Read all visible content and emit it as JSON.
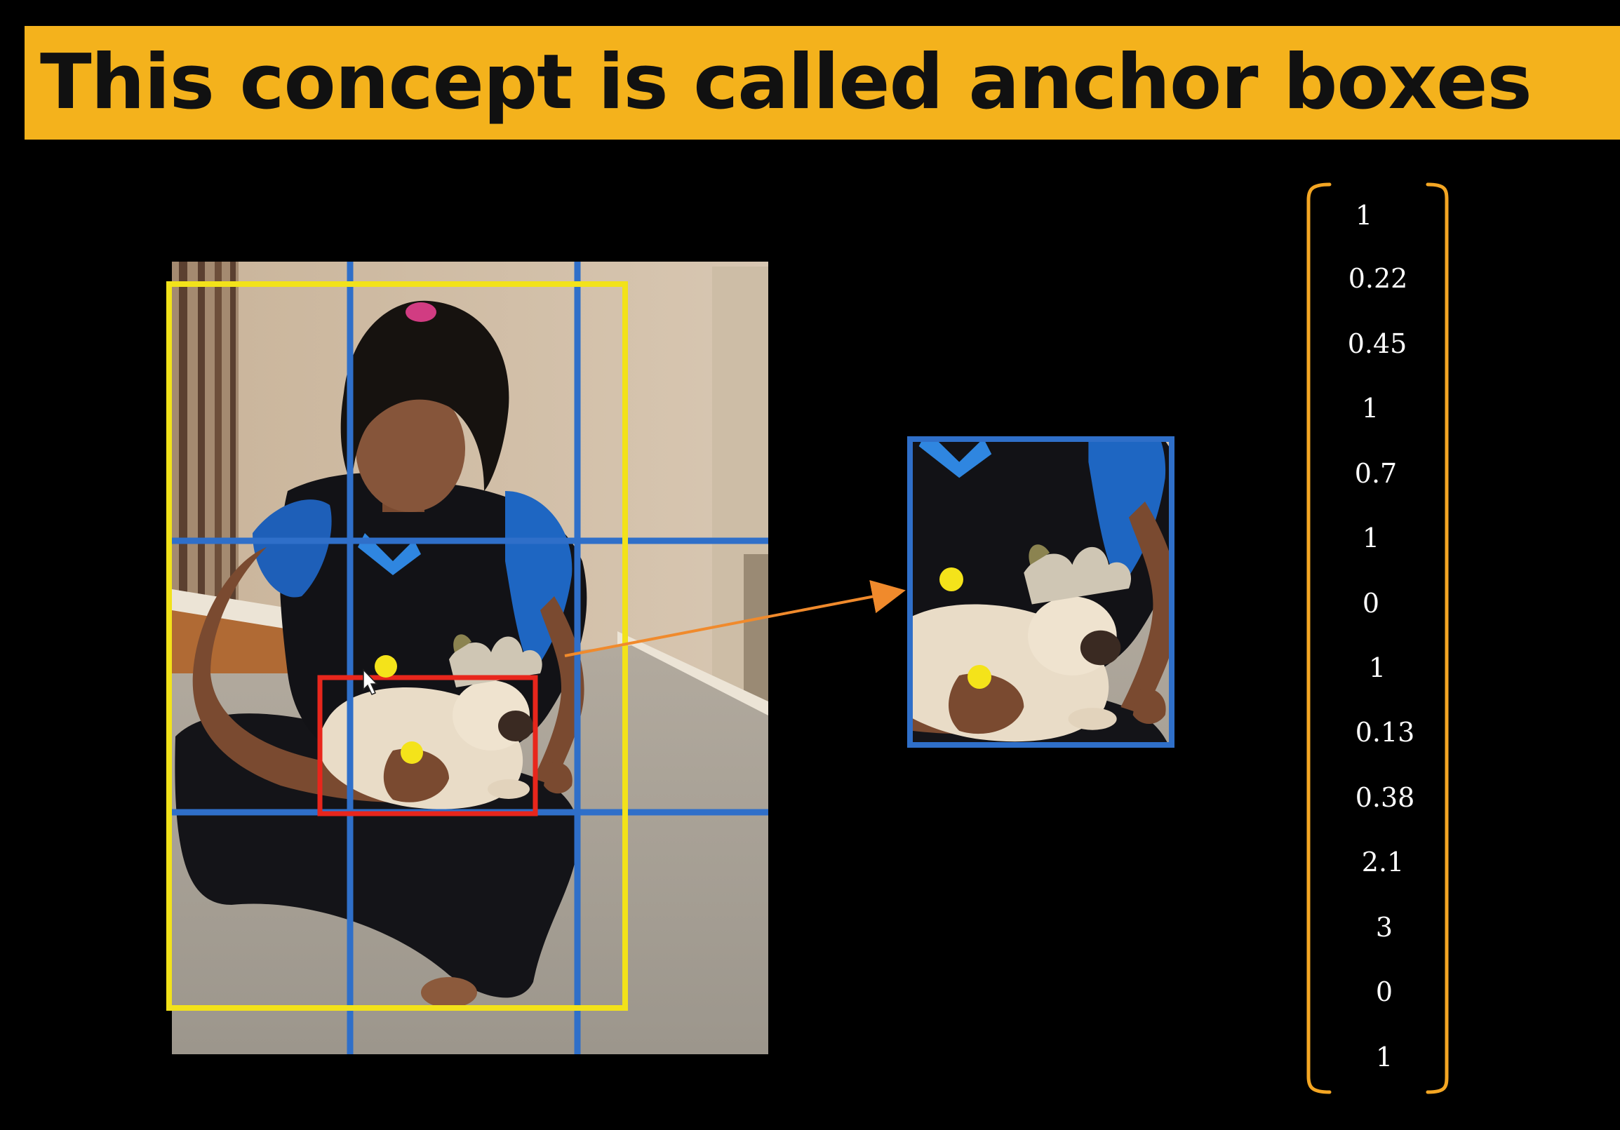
{
  "title": {
    "text": "This concept is called anchor boxes",
    "banner_color": "#f4b21c"
  },
  "colors": {
    "background": "#000000",
    "grid_line": "#2f6fc9",
    "anchor_box_tall": "#f2e21a",
    "anchor_box_wide": "#e8261c",
    "center_point": "#f4e31a",
    "arrow": "#f08a2c",
    "bracket": "#f4a623",
    "crop_border": "#2f6fc9"
  },
  "photo": {
    "grid_rows": 3,
    "grid_cols": 3,
    "description_icon": "person-holding-puppy-photo"
  },
  "output_vector": {
    "values": [
      "1",
      "0.22",
      "0.45",
      "1",
      "0.7",
      "1",
      "0",
      "1",
      "0.13",
      "0.38",
      "2.1",
      "3",
      "0",
      "1"
    ]
  }
}
